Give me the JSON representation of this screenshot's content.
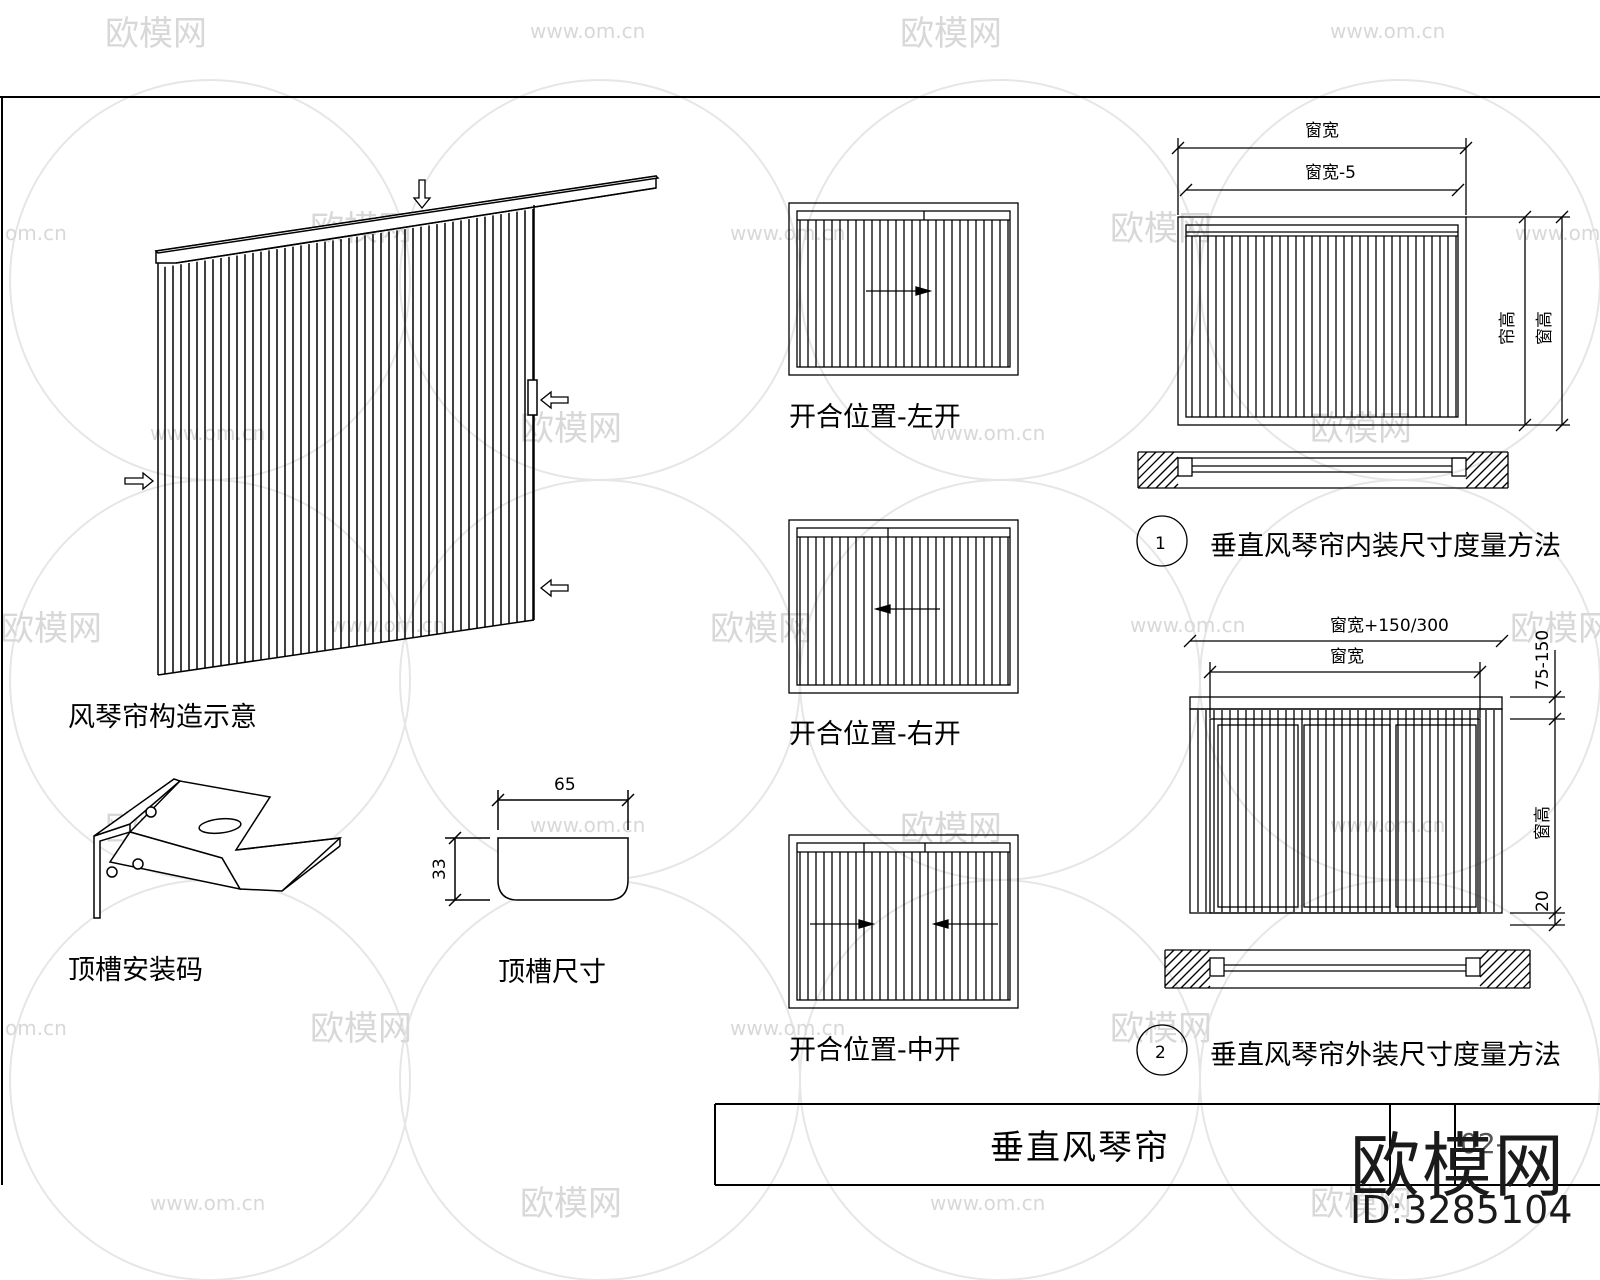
{
  "diagram": {
    "structure_label": "风琴帘构造示意",
    "bracket_label": "顶槽安装码",
    "channel_label": "顶槽尺寸",
    "channel_width": "65",
    "channel_height": "33",
    "open_left_label": "开合位置-左开",
    "open_right_label": "开合位置-右开",
    "open_center_label": "开合位置-中开",
    "inside": {
      "number": "1",
      "title": "垂直风琴帘内装尺寸度量方法",
      "dim_window_width": "窗宽",
      "dim_width_minus": "窗宽-5",
      "dim_curtain_height": "帘高",
      "dim_window_height": "窗高"
    },
    "outside": {
      "number": "2",
      "title": "垂直风琴帘外装尺寸度量方法",
      "dim_width_plus": "窗宽+150/300",
      "dim_window_width": "窗宽",
      "dim_top": "75-150",
      "dim_window_height": "窗高",
      "dim_bottom": "20"
    },
    "title_block": {
      "title": "垂直风琴帘",
      "sheet_no": "02-"
    }
  },
  "watermark": {
    "brand": "欧模网",
    "url": "www.om.cn",
    "url_short": "om.cn",
    "id": "ID:3285104"
  }
}
